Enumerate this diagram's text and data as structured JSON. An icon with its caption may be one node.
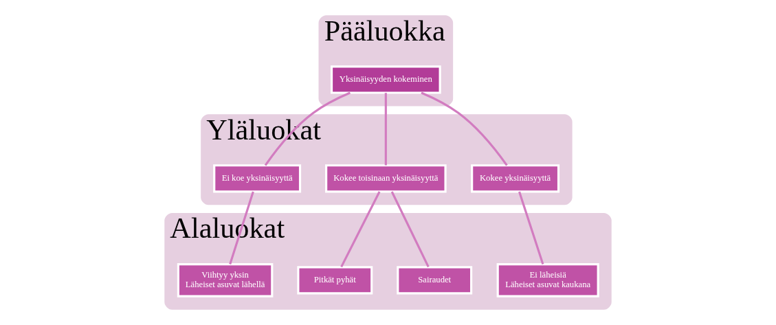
{
  "diagram": {
    "nodes": [
      {
        "text": [
          "Pääluokka"
        ]
      },
      {
        "text": [
          "Yksinäisyyden kokeminen"
        ],
        "in": 0
      },
      {
        "text": [
          "Yläluokat"
        ]
      },
      {
        "text": [
          "Kokee yksinäisyyttä"
        ],
        "in": 2
      },
      {
        "text": [
          "Kokee toisinaan yksinäisyyttä"
        ],
        "in": 2
      },
      {
        "text": [
          "Ei koe yksinäisyyttä"
        ],
        "in": 2
      },
      {
        "text": [
          "Alaluokat"
        ]
      },
      {
        "text": [
          "Ei läheisiä",
          "Läheiset asuvat kaukana"
        ],
        "in": 6
      },
      {
        "text": [
          "Sairaudet"
        ],
        "in": 6
      },
      {
        "text": [
          "Pitkät pyhät"
        ],
        "in": 6
      },
      {
        "text": [
          "Viihtyy yksin",
          "Läheiset asuvat lähellä"
        ],
        "in": 6
      }
    ],
    "edges": [
      {
        "from": 1,
        "to": 3,
        "arrow": "none"
      },
      {
        "from": 1,
        "to": 4,
        "arrow": "none"
      },
      {
        "from": 1,
        "to": 5,
        "arrow": "none"
      },
      {
        "from": 3,
        "to": 7,
        "arrow": "none"
      },
      {
        "from": 4,
        "to": 8,
        "arrow": "none"
      },
      {
        "from": 4,
        "to": 9,
        "arrow": "none"
      },
      {
        "from": 5,
        "to": 10,
        "arrow": "none"
      }
    ]
  }
}
